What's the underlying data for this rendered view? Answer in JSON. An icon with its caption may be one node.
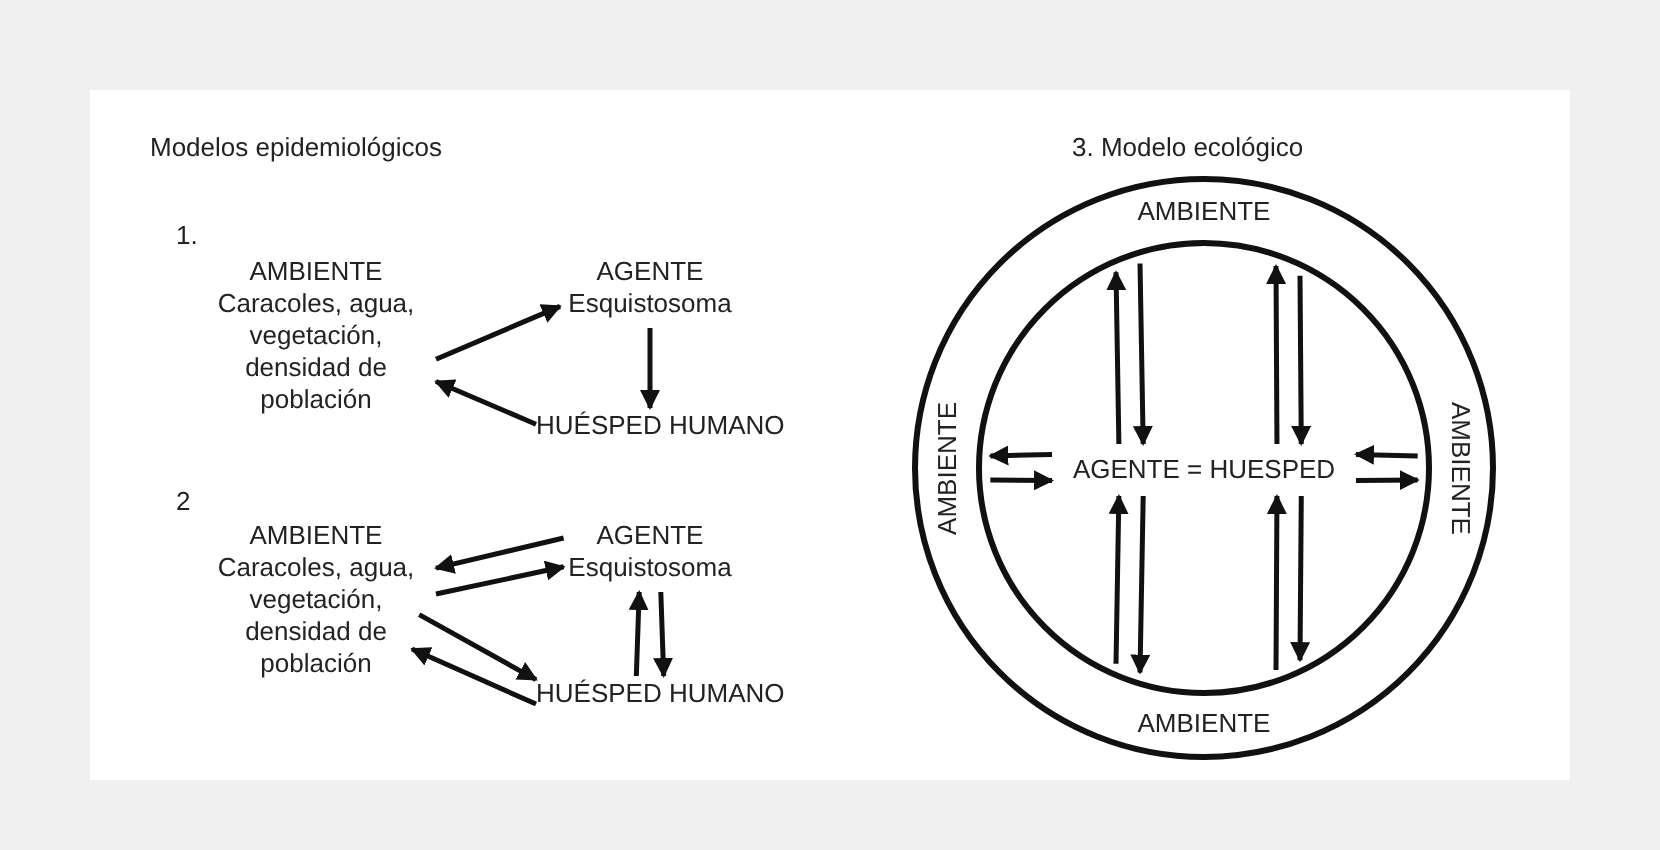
{
  "diagram": {
    "title": "Modelos epidemiológicos",
    "nodes": [
      {
        "text": [
          "AMBIENTE",
          "Caracoles, agua, vegetación, densidad de población"
        ]
      },
      {
        "text": [
          "AGENTE",
          "Esquistosoma"
        ]
      },
      {
        "text": [
          "HUÉSPED HUMANO"
        ]
      },
      {
        "text": [
          "AMBIENTE",
          "Caracoles, agua, vegetación, densidad de población"
        ]
      },
      {
        "text": [
          "AGENTE",
          "Esquistosoma"
        ]
      },
      {
        "text": [
          "HUÉSPED HUMANO"
        ]
      },
      {
        "text": [
          "AMBIENTE",
          "AMBIENTE",
          "AMBIENTE",
          "AMBIENTE"
        ]
      },
      {
        "text": [],
        "shape": "circle",
        "in": 6
      },
      {
        "text": [
          "AGENTE = HUESPED"
        ],
        "in": 7
      }
    ],
    "edges": [
      {
        "from": 0,
        "to": 1,
        "arrow": "to"
      },
      {
        "from": 1,
        "to": 2,
        "arrow": "to"
      },
      {
        "from": 2,
        "to": 0,
        "arrow": "to"
      },
      {
        "from": 4,
        "to": 3,
        "arrow": "to"
      },
      {
        "from": 3,
        "to": 4,
        "arrow": "to"
      },
      {
        "from": 5,
        "to": 4,
        "arrow": "to"
      },
      {
        "from": 4,
        "to": 5,
        "arrow": "to"
      },
      {
        "from": 3,
        "to": 5,
        "arrow": "to"
      },
      {
        "from": 5,
        "to": 3,
        "arrow": "to"
      },
      {
        "from": 8,
        "to": 7,
        "arrow": "to"
      },
      {
        "from": 7,
        "to": 8,
        "arrow": "to"
      },
      {
        "from": 8,
        "to": 7,
        "arrow": "to"
      },
      {
        "from": 7,
        "to": 8,
        "arrow": "to"
      },
      {
        "from": 8,
        "to": 7,
        "arrow": "to"
      },
      {
        "from": 7,
        "to": 8,
        "arrow": "to"
      },
      {
        "from": 7,
        "to": 8,
        "arrow": "to"
      },
      {
        "from": 8,
        "to": 7,
        "arrow": "to"
      },
      {
        "from": 7,
        "to": 8,
        "arrow": "to"
      },
      {
        "from": 8,
        "to": 7,
        "arrow": "to"
      },
      {
        "from": 7,
        "to": 8,
        "arrow": "to"
      },
      {
        "from": 8,
        "to": 7,
        "arrow": "to"
      }
    ],
    "labels": [
      "1.",
      "2",
      "3. Modelo ecológico"
    ]
  }
}
